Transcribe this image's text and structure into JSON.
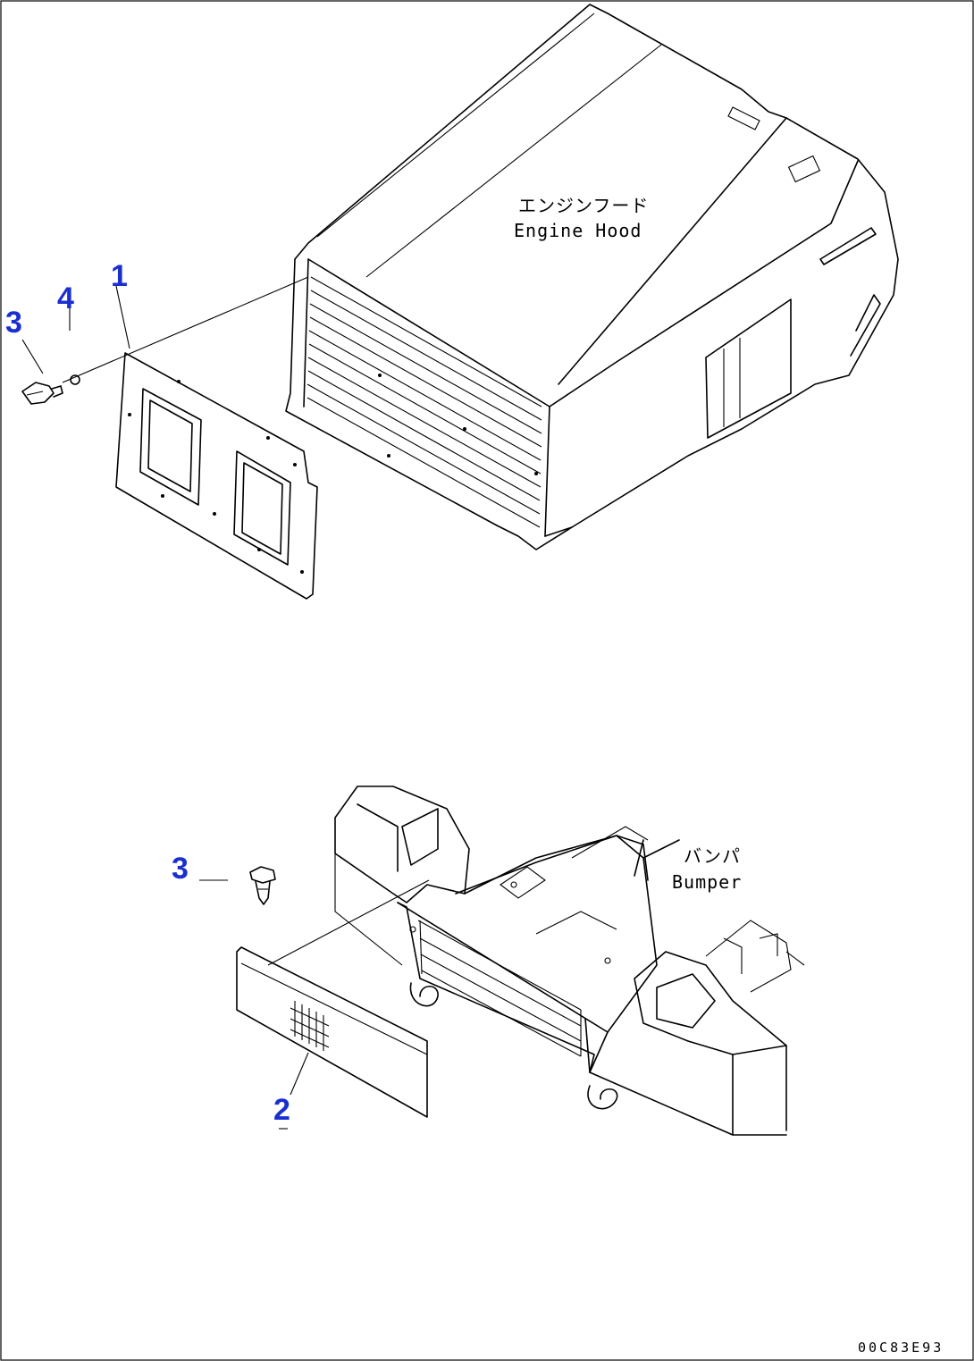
{
  "colors": {
    "callout": "#1a2fd0",
    "line": "#000000",
    "background": "#ffffff"
  },
  "labels": {
    "engine_hood_jp": "エンジンフード",
    "engine_hood_en": "Engine Hood",
    "bumper_jp": "バンパ",
    "bumper_en": "Bumper",
    "drawing_code": "00C83E93"
  },
  "callouts": [
    {
      "id": "c1",
      "number": "1"
    },
    {
      "id": "c2",
      "number": "2"
    },
    {
      "id": "c3a",
      "number": "3"
    },
    {
      "id": "c3b",
      "number": "3"
    },
    {
      "id": "c4",
      "number": "4"
    }
  ]
}
